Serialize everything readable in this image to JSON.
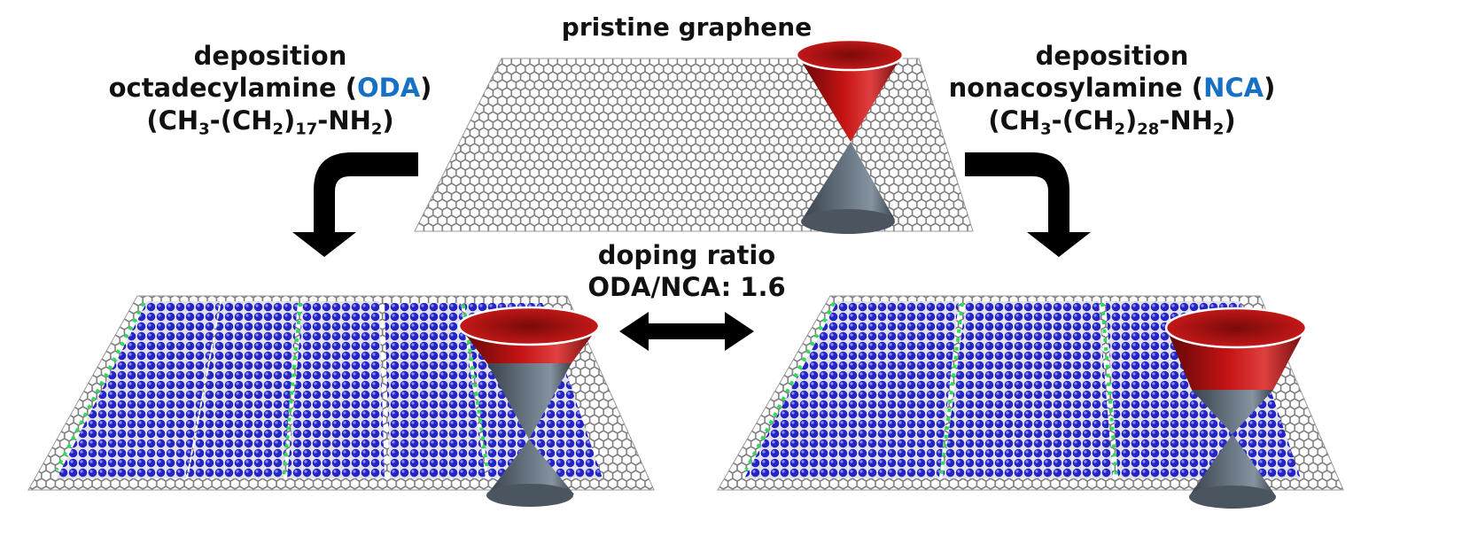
{
  "top_label": "pristine graphene",
  "left_label": {
    "line1": "deposition",
    "line2_pre": "octadecylamine (",
    "line2_acronym": "ODA",
    "line2_post": ")",
    "formula": {
      "a": "(CH",
      "s1": "3",
      "b": "-(CH",
      "s2": "2",
      "c": ")",
      "s3": "17",
      "d": "-NH",
      "s4": "2",
      "e": ")"
    }
  },
  "right_label": {
    "line1": "deposition",
    "line2_pre": "nonacosylamine (",
    "line2_acronym": "NCA",
    "line2_post": ")",
    "formula": {
      "a": "(CH",
      "s1": "3",
      "b": "-(CH",
      "s2": "2",
      "c": ")",
      "s3": "28",
      "d": "-NH",
      "s4": "2",
      "e": ")"
    }
  },
  "center_label": {
    "line1": "doping ratio",
    "line2": "ODA/NCA: 1.6"
  },
  "colors": {
    "accent": "#1670c4",
    "upper_cone": "#b81010",
    "lower_cone": "#5a6573",
    "molecule": "#2424c8",
    "anchor": "#2ddc5a",
    "graphene": "#8a8a8a",
    "arrow": "#000000"
  }
}
